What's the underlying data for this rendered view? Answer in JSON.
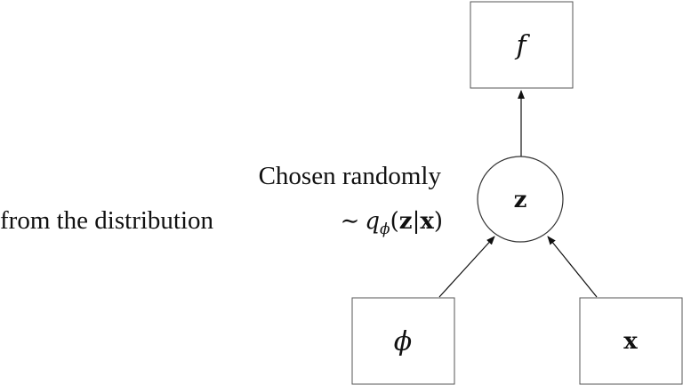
{
  "nodes": {
    "f": {
      "label": "f"
    },
    "z": {
      "label": "z"
    },
    "phi": {
      "label": "ϕ"
    },
    "x": {
      "label": "x"
    }
  },
  "annotation": {
    "line1": "Chosen randomly",
    "line2": "from the distribution",
    "formula": {
      "tilde": "∼",
      "q": "q",
      "subscript": "ϕ",
      "open": "(",
      "z": "z",
      "bar": "|",
      "x": "x",
      "close": ")"
    }
  }
}
